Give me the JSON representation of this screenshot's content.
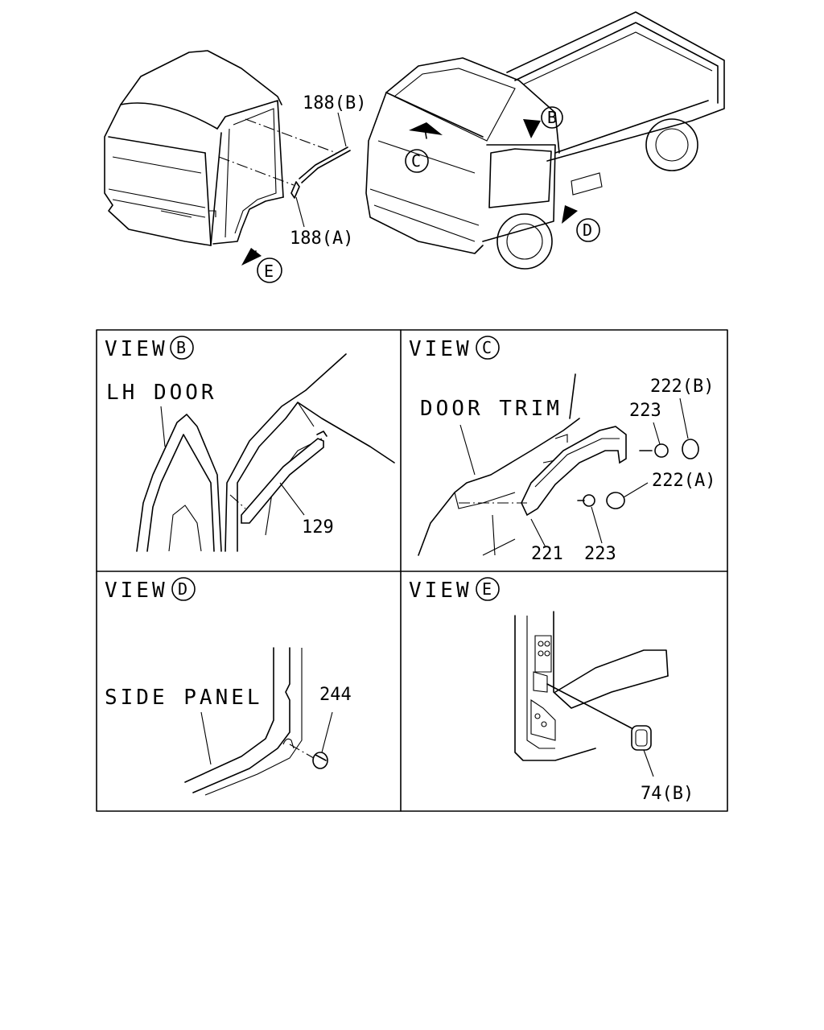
{
  "top_labels": {
    "part_188b": "188(B)",
    "part_188a": "188(A)",
    "arrow_b": "B",
    "arrow_c": "C",
    "arrow_d": "D",
    "arrow_e": "E"
  },
  "panels": {
    "view_b": {
      "title": "VIEW",
      "letter": "B",
      "door_label": "LH DOOR",
      "part_129": "129"
    },
    "view_c": {
      "title": "VIEW",
      "letter": "C",
      "trim_label": "DOOR TRIM",
      "part_222b": "222(B)",
      "part_223_top": "223",
      "part_222a": "222(A)",
      "part_221": "221",
      "part_223_bottom": "223"
    },
    "view_d": {
      "title": "VIEW",
      "letter": "D",
      "panel_label": "SIDE PANEL",
      "part_244": "244"
    },
    "view_e": {
      "title": "VIEW",
      "letter": "E",
      "part_74b": "74(B)"
    }
  },
  "colors": {
    "line": "#000000",
    "background": "#ffffff"
  }
}
